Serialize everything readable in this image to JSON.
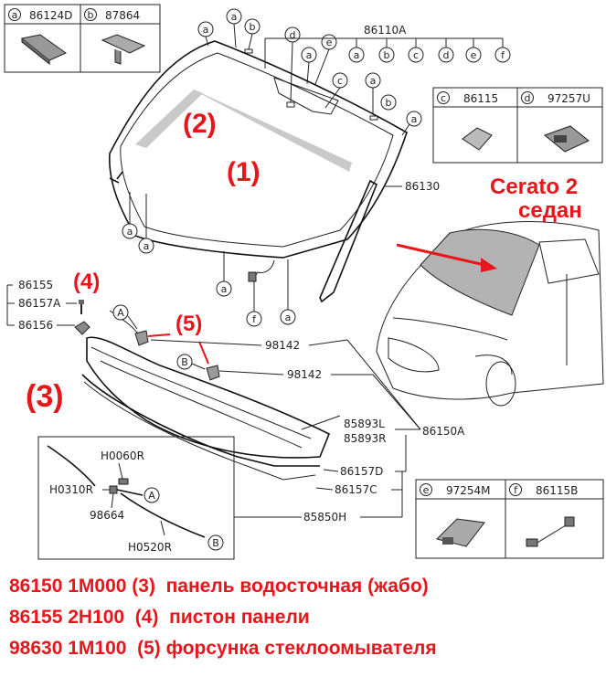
{
  "header_boxes": [
    {
      "letter": "a",
      "code": "86124D"
    },
    {
      "letter": "b",
      "code": "87864"
    }
  ],
  "side_boxes_top": [
    {
      "letter": "c",
      "code": "86115"
    },
    {
      "letter": "d",
      "code": "97257U"
    }
  ],
  "side_boxes_bottom": [
    {
      "letter": "e",
      "code": "97254M"
    },
    {
      "letter": "f",
      "code": "86115B"
    }
  ],
  "part_numbers": {
    "windshield_assy": "86110A",
    "moulding": "86130",
    "piston_1": "86155",
    "piston_2": "86157A",
    "piston_3": "86156",
    "nozzle_a": "98142",
    "nozzle_b": "98142",
    "seal_l": "85893L",
    "seal_r": "85893R",
    "cowl_panel": "86150A",
    "clip_d": "86157D",
    "clip_c": "86157C",
    "hose_h": "85850H",
    "hose_0060": "H0060R",
    "hose_0310": "H0310R",
    "hose_98664": "98664",
    "hose_0520": "H0520R"
  },
  "callout_letters": {
    "a": "a",
    "b": "b",
    "c": "c",
    "d": "d",
    "e": "e",
    "f": "f",
    "A": "A",
    "B": "B"
  },
  "red_labels": {
    "n1": "(1)",
    "n2": "(2)",
    "n3": "(3)",
    "n4": "(4)",
    "n5": "(5)"
  },
  "car_title": {
    "line1": "Cerato 2",
    "line2": "седан"
  },
  "legend": [
    "86150 1M000 (3)  панель водосточная (жабо)",
    "86155 2H100  (4)  пистон панели",
    "98630 1M100  (5) форсунка стеклоомывателя"
  ],
  "colors": {
    "accent_red": "#e8151b",
    "line": "#222222",
    "glass_inner": "#c9c9c9",
    "car_roof_glass": "#b3b3b3"
  }
}
